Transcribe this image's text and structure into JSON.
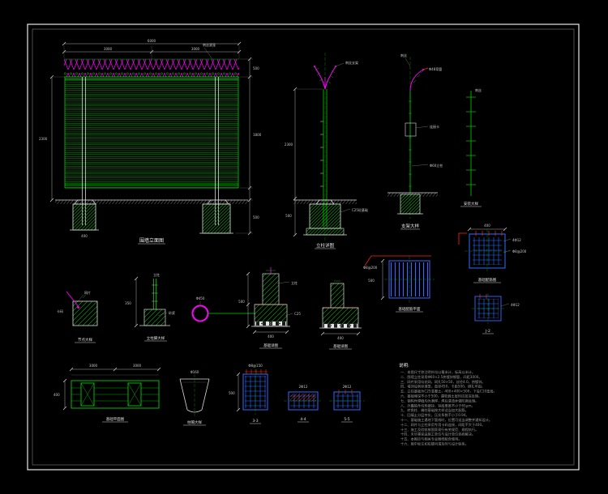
{
  "canvas": {
    "background": "#000000",
    "frame_color": "#e8e8e8"
  },
  "colors": {
    "mesh_green": "#00b400",
    "hatch_green": "#00c000",
    "barbed_magenta": "#ff00ff",
    "rebar_blue": "#2f6bff",
    "marker_red": "#ff2a00",
    "text_white": "#ececec",
    "note_gray": "#9a9a9a"
  },
  "labels": {
    "fence_title": "围墙立面图",
    "fence_leader_top": "刺丝滚笼",
    "fence_dim_total": "6000",
    "fence_dim_span1": "3000",
    "fence_dim_span2": "3000",
    "fence_dim_h1": "500",
    "fence_dim_h2": "1800",
    "fence_dim_h3": "500",
    "fence_dim_left": "2300",
    "fence_foot_dim": "400",
    "post_title": "立柱详图",
    "post_dim_h": "2300",
    "post_dim_e": "500",
    "post_leader_arm": "刺丝支架",
    "post_leader_base": "C25砼基础",
    "arm_title": "支架大样",
    "arm_leader_top": "刺丝",
    "arm_leader_tip": "Φ48弯管",
    "arm_leader_clamp": "连接卡",
    "arm_leader_pole": "Φ60立柱",
    "ladder_title": "安装大样",
    "ladder_leader": "刺丝",
    "rebar1_title": "基础配筋图",
    "rebar1_dim": "400",
    "rebar1_bar1": "4Φ12",
    "rebar1_bar2": "Φ8@200",
    "rebar2_title": "J-2",
    "rebar2_bar": "4Φ12",
    "rebarplan_title": "基础配筋平面",
    "rebarplan_bar": "Φ8@200",
    "rebarplan_dim": "500",
    "node_title": "节点大样",
    "node_leader1": "网片",
    "node_leader2": "卡码",
    "postbase_title": "立柱脚大样",
    "postbase_top": "立柱",
    "postbase_dim": "350",
    "postbase_leader": "砂浆",
    "ring_dim": "Φ450",
    "found1_title": "基础详图",
    "found1_dim_w": "400",
    "found1_dim_h": "500",
    "found1_leader1": "立柱",
    "found1_leader2": "C25",
    "found2_title": "基础详图",
    "found2_dim_w": "400",
    "plan_title": "基础平面图",
    "plan_dim1": "3000",
    "plan_dim2": "3000",
    "plan_dim_left": "400",
    "cap_title": "柱帽大样",
    "cap_dim": "Φ160",
    "sec3_title": "3-3",
    "sec3_top": "Φ8@150",
    "sec3_dim": "500",
    "sec4_title": "4-4",
    "sec4_top": "2Φ12",
    "sec5_title": "5-5",
    "sec5_top": "2Φ12"
  },
  "notes": {
    "title": "说明:",
    "lines": [
      "一、本图尺寸除注明外均以毫米计，标高以米计。",
      "二、围墙立柱采用Φ60×2.5热镀锌钢管，间距3000。",
      "三、网片采用勾花网，网孔50×50，丝径4.0，热镀锌。",
      "四、墙顶设刺丝滚笼，直径450，卡距500，绑扎牢固。",
      "五、立柱基础为C25混凝土，400×400×500，下设C10垫层。",
      "六、基础埋深不小于500，遇软弱土层时应加深处理。",
      "七、钢构件焊缝均为满焊，焊后清渣并做防腐处理。",
      "八、外露铁件均热镀锌，锌层厚度不小于65μm。",
      "九、转角柱、端柱基础按大样适当加大配筋。",
      "十、回填土分层夯实，压实系数不小于0.94。",
      "十一、基础施工遇地下管线时，位置可适当调整并通知设计。",
      "十二、网片与立柱采用专用卡码连接，间距不大于400。",
      "十三、施工及验收按国家现行有关规范、规程执行。",
      "十四、未尽事宜由施工单位与设计单位协商解决。",
      "十五、本图应与相关专业图纸配合使用。",
      "十六、图中标注如有疑问请及时与设计联系。"
    ]
  }
}
